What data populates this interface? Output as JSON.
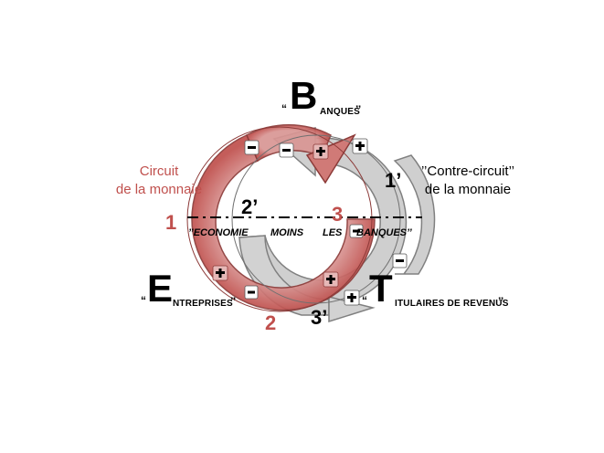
{
  "labels": {
    "banques_letter": "B",
    "banques_rest": "ANQUES",
    "entreprises_letter": "E",
    "entreprises_rest": "NTREPRISES",
    "titulaires_letter": "T",
    "titulaires_rest": "ITULAIRES DE REVENUS",
    "open_quote": "“",
    "close_quote": "’’",
    "circuit_line1": "Circuit",
    "circuit_line2": "de la monnaie",
    "contre_line1": "’’Contre-circuit’’",
    "contre_line2": "de la monnaie",
    "axis_word1": "’’ECONOMIE",
    "axis_word2": "MOINS",
    "axis_word3": "LES",
    "axis_word4": "BANQUES’’"
  },
  "step_numbers": {
    "n1": "1",
    "n2": "2",
    "n3": "3",
    "n1p": "1’",
    "n2p": "2’",
    "n3p": "3’"
  },
  "colors": {
    "red_ring": "#c0504d",
    "red_fill": "#d99694",
    "grey_fill": "#c8c8c8",
    "grey_stroke": "#7f7f7f",
    "text_red": "#c0504d",
    "text_black": "#000000"
  }
}
